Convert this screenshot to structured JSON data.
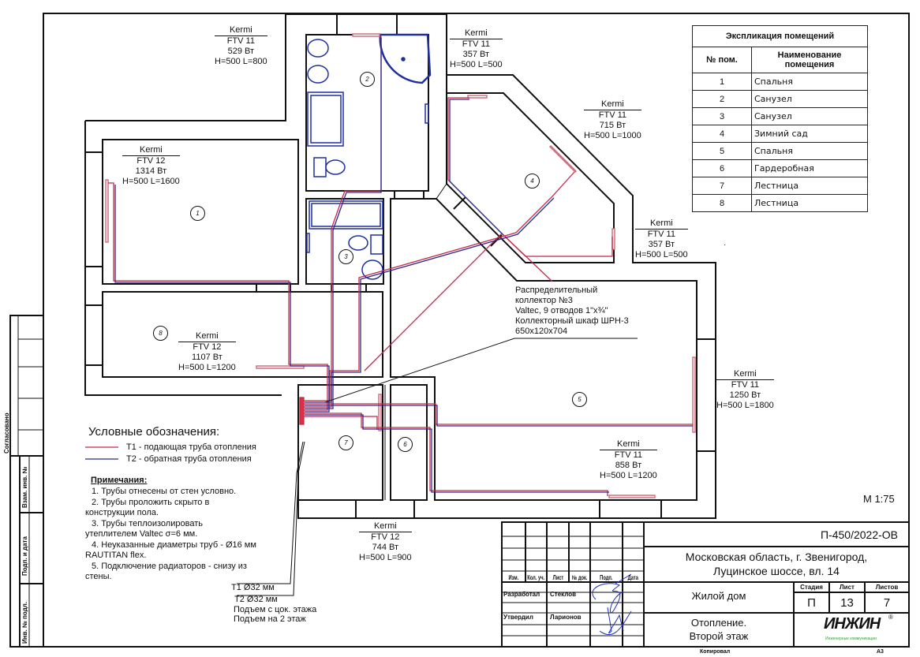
{
  "colors": {
    "supply_pipe": "#c8284a",
    "return_pipe": "#2a2a8a",
    "pipe_combo": "#8a3a9a",
    "radiator": "#d07080",
    "fixtures": "#1f2fa0",
    "logo_green": "#3a9a3a"
  },
  "radiators": [
    {
      "brand": "Kermi",
      "model": "FTV 11",
      "power": "529 Вт",
      "size": "H=500 L=800"
    },
    {
      "brand": "Kermi",
      "model": "FTV 11",
      "power": "357 Вт",
      "size": "H=500 L=500"
    },
    {
      "brand": "Kermi",
      "model": "FTV 11",
      "power": "715 Вт",
      "size": "H=500 L=1000"
    },
    {
      "brand": "Kermi",
      "model": "FTV 12",
      "power": "1314 Вт",
      "size": "H=500 L=1600"
    },
    {
      "brand": "Kermi",
      "model": "FTV 11",
      "power": "357 Вт",
      "size": "H=500 L=500"
    },
    {
      "brand": "Kermi",
      "model": "FTV 12",
      "power": "1107 Вт",
      "size": "H=500 L=1200"
    },
    {
      "brand": "Kermi",
      "model": "FTV 11",
      "power": "1250 Вт",
      "size": "H=500 L=1800"
    },
    {
      "brand": "Kermi",
      "model": "FTV 11",
      "power": "858 Вт",
      "size": "H=500 L=1200"
    },
    {
      "brand": "Kermi",
      "model": "FTV 12",
      "power": "744 Вт",
      "size": "H=500 L=900"
    }
  ],
  "room_markers": [
    "1",
    "2",
    "3",
    "4",
    "5",
    "6",
    "7",
    "8"
  ],
  "collector": {
    "lines": [
      "Распределительный",
      "коллектор №3",
      "Valtec, 9 отводов 1\"х¾\"",
      "Коллекторный шкаф ШРН-3",
      "650х120х704"
    ]
  },
  "explication": {
    "title": "Экспликация помещений",
    "col_num": "№ пом.",
    "col_name": "Наименование помещения",
    "rows": [
      {
        "num": "1",
        "name": "Спальня"
      },
      {
        "num": "2",
        "name": "Санузел"
      },
      {
        "num": "3",
        "name": "Санузел"
      },
      {
        "num": "4",
        "name": "Зимний сад"
      },
      {
        "num": "5",
        "name": "Спальня"
      },
      {
        "num": "6",
        "name": "Гардеробная"
      },
      {
        "num": "7",
        "name": "Лестница"
      },
      {
        "num": "8",
        "name": "Лестница"
      }
    ]
  },
  "legend": {
    "title": "Условные обозначения:",
    "t1": "Т1 - подающая труба отопления",
    "t2": "Т2 - обратная труба отопления"
  },
  "notes": {
    "title": "Примечания:",
    "items": [
      "1.     Трубы отнесены от стен условно.",
      "2.     Трубы проложить скрыто в",
      "конструкции пола.",
      "3.     Трубы теплоизолировать",
      "утеплителем Valtec σ=6 мм.",
      "4.     Неуказанные диаметры труб - Ø16 мм",
      "RAUTITAN flex.",
      "5.     Подключение радиаторов - снизу из",
      "стены."
    ]
  },
  "riser": {
    "t1": "Т1 Ø32 мм",
    "t2": "Т2 Ø32 мм",
    "from": "Подъем с цок. этажа",
    "to": "Подъем на 2 этаж"
  },
  "scale": "М 1:75",
  "left_strip": {
    "agreed": "Согласовано",
    "replace": "Взам. инв. №",
    "sign_date": "Подп. и дата",
    "inv": "Инв. № подл."
  },
  "title_block": {
    "doc_code": "П-450/2022-ОВ",
    "address_line1": "Московская область, г. Звенигород,",
    "address_line2": "Луцинское шоссе, вл. 14",
    "headers": [
      "Изм.",
      "Кол. уч.",
      "Лист",
      "№ док.",
      "Подп.",
      "Дата"
    ],
    "developed_label": "Разработал",
    "developed_name": "Стеклов",
    "approved_label": "Утвердил",
    "approved_name": "Ларионов",
    "object": "Жилой дом",
    "stage_label": "Стадия",
    "sheet_label": "Лист",
    "sheets_label": "Листов",
    "stage": "П",
    "sheet": "13",
    "sheets": "7",
    "drawing_title1": "Отопление.",
    "drawing_title2": "Второй этаж",
    "logo": "ИНЖИН",
    "logo_sub": "Инженерные коммуникации",
    "copied": "Копировал",
    "format": "А3"
  }
}
